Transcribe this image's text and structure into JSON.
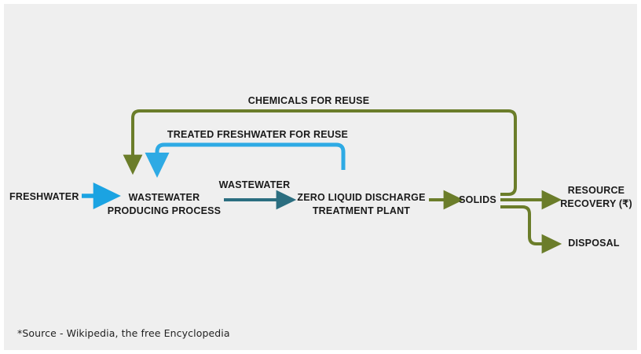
{
  "figure": {
    "title_note": "Zero Liquid Discharge process flow diagram",
    "background_color": "#efefef",
    "page_color": "#ffffff"
  },
  "colors": {
    "freshwater_arrow": "#1ba3e2",
    "treated_freshwater_arrow": "#2eaae4",
    "wastewater_arrow": "#2b6e80",
    "solids_arrow": "#6b7d2a",
    "chemicals_arrow": "#6b7d2a",
    "text": "#1a1a1a"
  },
  "nodes": [
    {
      "id": "freshwater",
      "label": "FRESHWATER"
    },
    {
      "id": "wastewater-producing-process",
      "label": "WASTEWATER\nPRODUCING PROCESS"
    },
    {
      "id": "zero-liquid-discharge-treatment-plant",
      "label": "ZERO LIQUID DISCHARGE\nTREATMENT PLANT"
    },
    {
      "id": "solids",
      "label": "SOLIDS"
    },
    {
      "id": "resource-recovery",
      "label": "RESOURCE\nRECOVERY (₹)"
    },
    {
      "id": "disposal",
      "label": "DISPOSAL"
    }
  ],
  "edges": [
    {
      "id": "freshwater-to-process",
      "label": ""
    },
    {
      "id": "process-to-zld",
      "label": "WASTEWATER"
    },
    {
      "id": "zld-to-solids",
      "label": ""
    },
    {
      "id": "treated-freshwater-reuse",
      "label": "TREATED FRESHWATER FOR REUSE"
    },
    {
      "id": "chemicals-reuse",
      "label": "CHEMICALS FOR REUSE"
    },
    {
      "id": "solids-to-resource-recovery",
      "label": ""
    },
    {
      "id": "solids-to-disposal",
      "label": ""
    }
  ],
  "labels": {
    "freshwater": "FRESHWATER",
    "wastewater_producing_process_line1": "WASTEWATER",
    "wastewater_producing_process_line2": "PRODUCING PROCESS",
    "wastewater": "WASTEWATER",
    "zld_line1": "ZERO LIQUID DISCHARGE",
    "zld_line2": "TREATMENT PLANT",
    "solids": "SOLIDS",
    "resource_recovery_line1": "RESOURCE",
    "resource_recovery_line2": "RECOVERY (₹)",
    "disposal": "DISPOSAL",
    "treated_freshwater_for_reuse": "TREATED FRESHWATER FOR REUSE",
    "chemicals_for_reuse": "CHEMICALS FOR REUSE"
  },
  "footer": {
    "source": "*Source - Wikipedia, the free Encyclopedia"
  }
}
